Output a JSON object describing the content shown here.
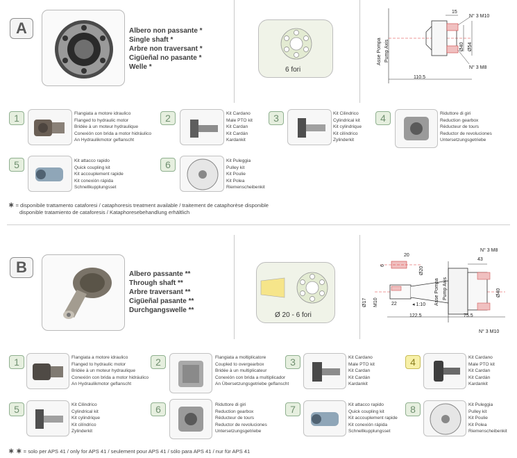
{
  "section_a": {
    "letter": "A",
    "shaft_lines": [
      "Albero non passante *",
      "Single shaft *",
      "Arbre non traversant *",
      "Cigüeñal no pasante *",
      "Welle *"
    ],
    "holes_label": "6 fori",
    "drawing": {
      "top_dim": "15",
      "callout_top": "N° 3 M10",
      "callout_bottom": "N° 3 M8",
      "dia_1": "Ø40",
      "dia_2": "Ø54",
      "axis_label_1": "Asse Pompa",
      "axis_label_2": "Pump Axis",
      "bottom_dim": "110.5"
    },
    "kits": [
      {
        "num": "1",
        "lines": [
          "Flangiata a motore idraulico",
          "Flanged to hydraulic motor",
          "Bridée à un moteur hydraulique",
          "Conexión con brida a motor hidráulico",
          "An Hydraulikmotor geflanscht"
        ]
      },
      {
        "num": "2",
        "lines": [
          "Kit Cardano",
          "Male PTO kit",
          "Kit Cardan",
          "Kit Cardán",
          "Kardankit"
        ]
      },
      {
        "num": "3",
        "lines": [
          "Kit Cilindrico",
          "Cylindrical kit",
          "Kit cylindrique",
          "Kit cilíndrico",
          "Zylinderkit"
        ]
      },
      {
        "num": "4",
        "lines": [
          "Riduttore di giri",
          "Reduction gearbox",
          "Réducteur de tours",
          "Reductor de revoluciones",
          "Untersetzungsgetriebe"
        ]
      },
      {
        "num": "5",
        "lines": [
          "Kit attacco rapido",
          "Quick coupling kit",
          "Kit accouplement rapide",
          "Kit conexión rápida",
          "Schnellkupplungsset"
        ]
      },
      {
        "num": "6",
        "lines": [
          "Kit Puleggia",
          "Pulley kit",
          "Kit Poulie",
          "Kit Polea",
          "Riemenscheibenkit"
        ]
      }
    ],
    "note_star": "∗",
    "note_line1": "= disponibile trattamento cataforesi / cataphoresis treatment available / traitement de cataphorèse disponible",
    "note_line2": "disponible tratamiento de cataforesis / Kataphoresebehandlung erhältlich"
  },
  "section_b": {
    "letter": "B",
    "shaft_lines": [
      "Albero passante **",
      "Through shaft **",
      "Arbre traversant **",
      "Cigüeñal pasante **",
      "Durchgangswelle **"
    ],
    "holes_label": "Ø 20  -  6 fori",
    "drawing": {
      "dim_6": "6",
      "dim_20": "20",
      "dia_20": "Ø20",
      "callout_top": "N° 3 M8",
      "dim_43": "43",
      "dim_17": "Ø17",
      "dim_m10": "M10",
      "dim_22": "22",
      "taper": "1:10",
      "axis_label_1": "Asse Pompa",
      "axis_label_2": "Pump Axis",
      "dia_40": "Ø40",
      "dim_122": "122.5",
      "dim_75": "75.5",
      "callout_bottom": "N° 3 M10"
    },
    "kits": [
      {
        "num": "1",
        "lines": [
          "Flangiata a motore idraulico",
          "Flanged to hydraulic motor",
          "Bridée à un moteur hydraulique",
          "Conexión con brida a motor hidráulico",
          "An Hydraulikmotor geflanscht"
        ]
      },
      {
        "num": "2",
        "lines": [
          "Flangiata a moltiplicatore",
          "Coupled to overgearbox",
          "Bridée à un multiplicateur",
          "Conexión con brida a multiplicador",
          "An Übersetzungsgetriebe geflanscht"
        ]
      },
      {
        "num": "3",
        "lines": [
          "Kit Cardano",
          "Male PTO kit",
          "Kit Cardan",
          "Kit Cardán",
          "Kardankit"
        ]
      },
      {
        "num": "4",
        "lines": [
          "Kit Cardano",
          "Male PTO kit",
          "Kit Cardan",
          "Kit Cardán",
          "Kardankit"
        ]
      },
      {
        "num": "5",
        "lines": [
          "Kit Cilindrico",
          "Cylindrical kit",
          "Kit cylindrique",
          "Kit cilíndrico",
          "Zylinderkit"
        ]
      },
      {
        "num": "6",
        "lines": [
          "Riduttore di giri",
          "Reduction gearbox",
          "Réducteur de tours",
          "Reductor de revoluciones",
          "Untersetzungsgetriebe"
        ]
      },
      {
        "num": "7",
        "lines": [
          "Kit attacco rapido",
          "Quick coupling kit",
          "Kit accouplement rapide",
          "Kit conexión rápida",
          "Schnellkupplungsset"
        ]
      },
      {
        "num": "8",
        "lines": [
          "Kit Puleggia",
          "Pulley kit",
          "Kit Poulie",
          "Kit Polea",
          "Riemenscheibenkit"
        ]
      }
    ],
    "note_star": "∗ ∗",
    "note_line1": "= solo per APS 41 / only for APS 41 / seulement pour APS 41 / sólo para APS 41 / nur für APS 41"
  }
}
